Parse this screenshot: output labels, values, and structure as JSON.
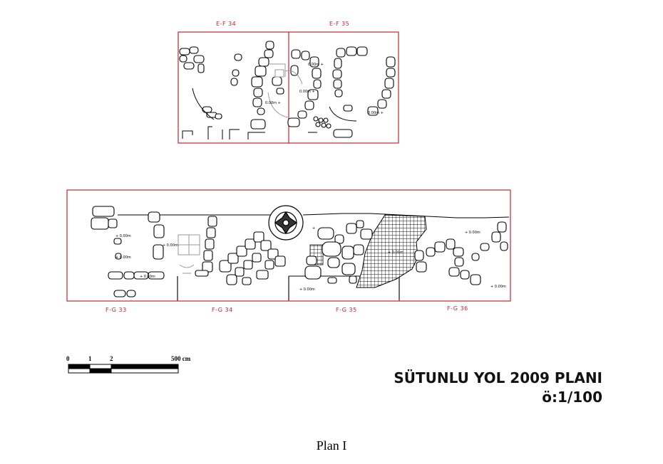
{
  "grid_labels": {
    "ef34": "E-F 34",
    "ef35": "E-F 35",
    "fg33": "F-G 33",
    "fg34": "F-G 34",
    "fg35": "F-G 35",
    "fg36": "F-G 36"
  },
  "scale_bar": {
    "tick_0": "0",
    "tick_1": "1",
    "tick_2": "2",
    "tick_end": "500 cm"
  },
  "title": {
    "line1": "SÜTUNLU YOL 2009 PLANI",
    "line2": "ö:1/100"
  },
  "caption": "Plan I",
  "colors": {
    "grid_frame": "#c0272d",
    "stone_outline": "#000000",
    "hatched_area": "#000000"
  }
}
